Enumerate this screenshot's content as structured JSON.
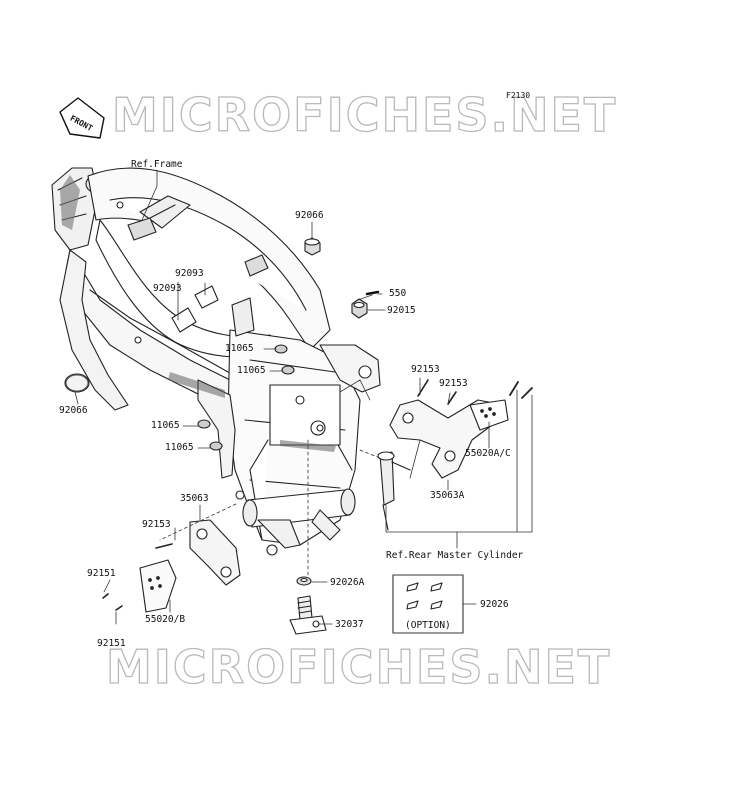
{
  "diagram_code": "F2130",
  "watermark": "MICROFICHES.NET",
  "front_label": "FRONT",
  "ref_frame": "Ref.Frame",
  "ref_rear_master": "Ref.Rear Master Cylinder",
  "option": "(OPTION)",
  "parts": {
    "p92066_top": "92066",
    "p92066_left": "92066",
    "p92093_a": "92093",
    "p92093_b": "92093",
    "p550": "550",
    "p92015": "92015",
    "p11065_a": "11065",
    "p11065_b": "11065",
    "p11065_c": "11065",
    "p11065_d": "11065",
    "p92153_a": "92153",
    "p92153_b": "92153",
    "p92153_c": "92153",
    "p55020ac": "55020A/C",
    "p35063a": "35063A",
    "p35063": "35063",
    "p92151_a": "92151",
    "p92151_b": "92151",
    "p55020b": "55020/B",
    "p92026a": "92026A",
    "p32037": "32037",
    "p92026": "92026"
  }
}
